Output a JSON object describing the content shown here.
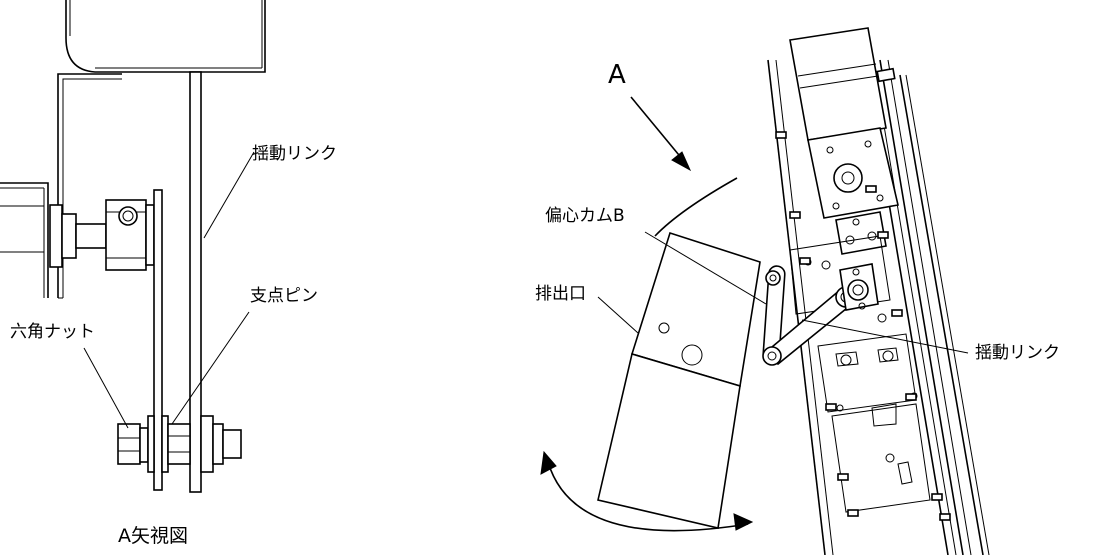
{
  "left_view": {
    "labels": {
      "swing_link": "揺動リンク",
      "fulcrum_pin": "支点ピン",
      "hex_nut": "六角ナット",
      "caption": "A矢視図"
    }
  },
  "right_view": {
    "labels": {
      "view_arrow": "A",
      "eccentric_cam": "偏心カムB",
      "outlet": "排出口",
      "swing_link": "揺動リンク"
    }
  }
}
